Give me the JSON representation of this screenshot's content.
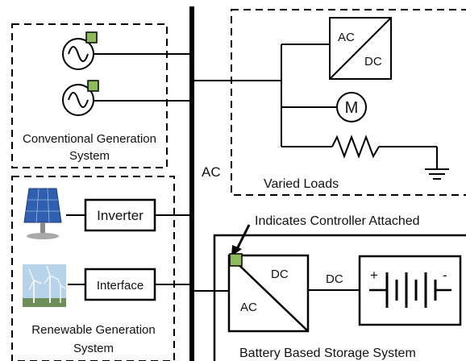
{
  "bus": {
    "label": "AC"
  },
  "conventional": {
    "title_line1": "Conventional Generation",
    "title_line2": "System"
  },
  "loads": {
    "title": "Varied Loads",
    "converter_top": "AC",
    "converter_bottom": "DC",
    "motor": "M"
  },
  "renewable": {
    "inverter": "Inverter",
    "interface": "Interface",
    "title_line1": "Renewable Generation",
    "title_line2": "System"
  },
  "storage": {
    "controller_note": "Indicates Controller Attached",
    "converter_top": "DC",
    "converter_bottom": "AC",
    "link_label": "DC",
    "battery_plus": "+",
    "battery_minus": "-",
    "title": "Battery Based Storage System"
  },
  "colors": {
    "controller_fill": "#8dba5a",
    "line": "#000000"
  },
  "icons": [
    "ac-generator-icon",
    "solar-panel-icon",
    "wind-turbine-icon",
    "motor-icon",
    "resistor-icon",
    "ground-icon",
    "battery-icon"
  ]
}
